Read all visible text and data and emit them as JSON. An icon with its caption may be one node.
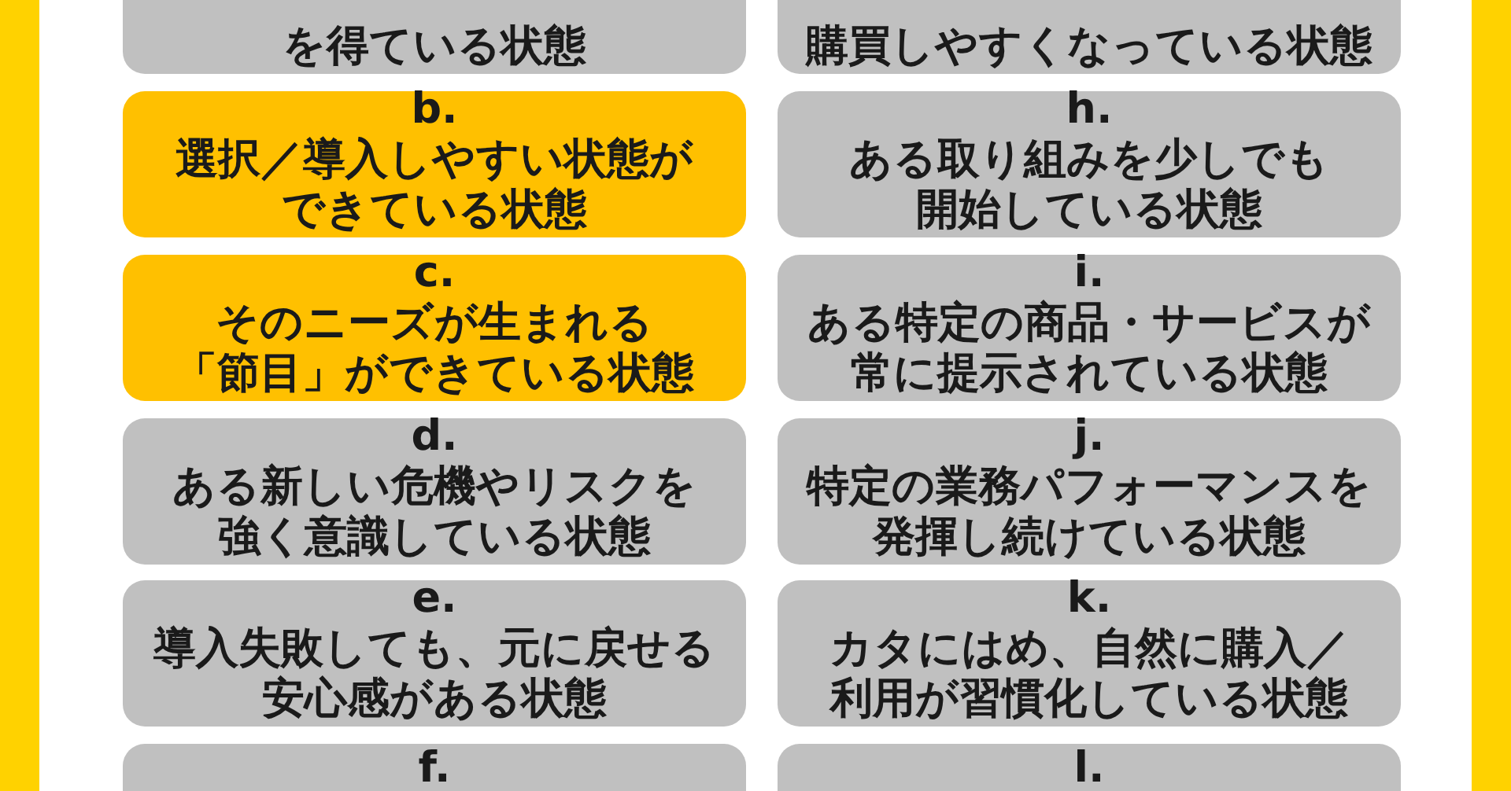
{
  "diagram": {
    "nodes": [
      {
        "text": [
          "を得ている状態"
        ]
      },
      {
        "text": [
          "b.",
          "選択／導入しやすい状態ができている状態"
        ]
      },
      {
        "text": [
          "c.",
          "そのニーズが生まれる「節目」ができている状態"
        ]
      },
      {
        "text": [
          "d.",
          "ある新しい危機やリスクを強く意識している状態"
        ]
      },
      {
        "text": [
          "e.",
          "導入失敗しても、元に戻せる安心感がある状態"
        ]
      },
      {
        "text": [
          "f."
        ]
      },
      {
        "text": [
          "購買しやすくなっている状態"
        ]
      },
      {
        "text": [
          "h.",
          "ある取り組みを少しでも開始している状態"
        ]
      },
      {
        "text": [
          "i.",
          "ある特定の商品・サービスが常に提示されている状態"
        ]
      },
      {
        "text": [
          "j.",
          "特定の業務パフォーマンスを発揮し続けている状態"
        ]
      },
      {
        "text": [
          "k.",
          "カタにはめ、自然に購入／利用が習慣化している状態"
        ]
      },
      {
        "text": [
          "l."
        ]
      }
    ]
  }
}
